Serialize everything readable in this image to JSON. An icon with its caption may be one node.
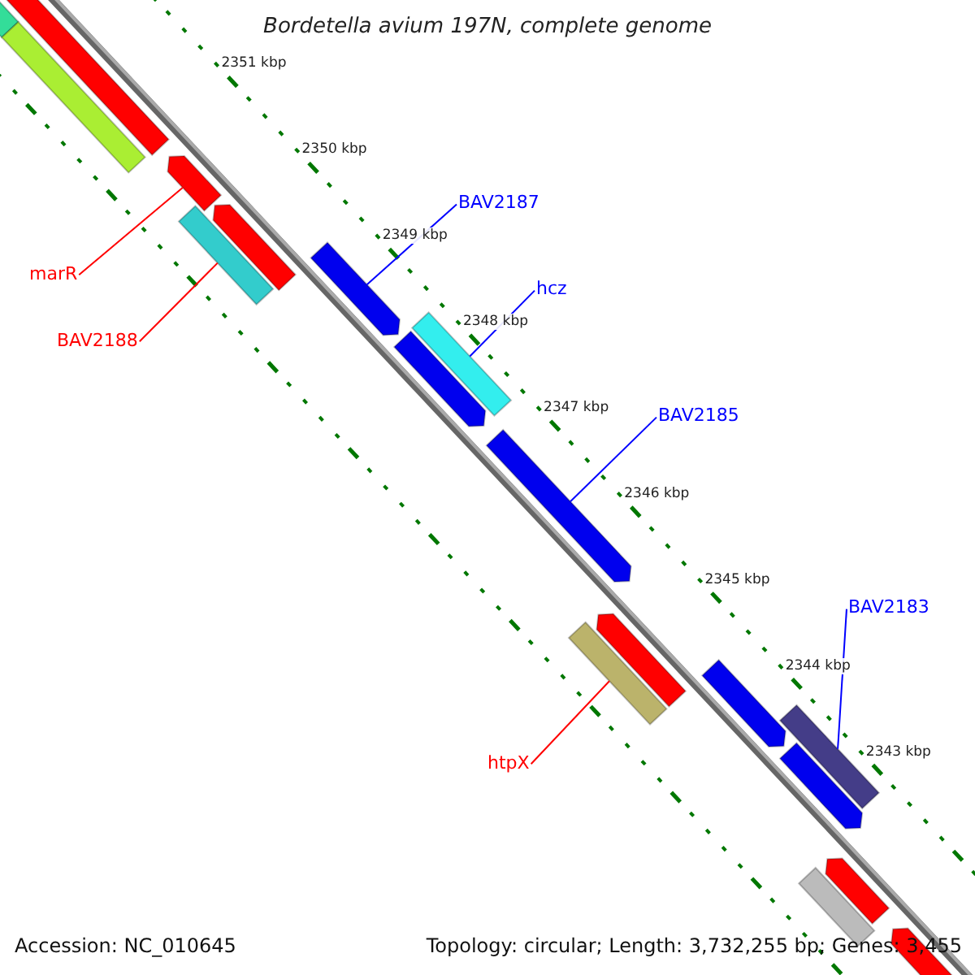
{
  "diagram": {
    "title": "Bordetella avium 197N, complete genome",
    "nodes": [
      {
        "text": [],
        "shape": "bar"
      },
      {
        "text": [],
        "shape": "arrow"
      },
      {
        "text": [],
        "shape": "bar"
      },
      {
        "text": [],
        "shape": "arrow"
      },
      {
        "text": [],
        "shape": "arrow"
      },
      {
        "text": [],
        "shape": "bar"
      },
      {
        "text": [],
        "shape": "arrow"
      },
      {
        "text": [],
        "shape": "arrow"
      },
      {
        "text": [],
        "shape": "bar"
      },
      {
        "text": [],
        "shape": "arrow"
      },
      {
        "text": [],
        "shape": "arrow"
      },
      {
        "text": [],
        "shape": "bar"
      },
      {
        "text": [],
        "shape": "arrow"
      },
      {
        "text": [],
        "shape": "bar"
      },
      {
        "text": [],
        "shape": "arrow"
      },
      {
        "text": [],
        "shape": "arrow"
      },
      {
        "text": [],
        "shape": "bar"
      },
      {
        "text": [],
        "shape": "arrow"
      },
      {
        "text": [
          "BAV2187"
        ]
      },
      {
        "text": [
          "hcz"
        ]
      },
      {
        "text": [
          "BAV2185"
        ]
      },
      {
        "text": [
          "BAV2183"
        ]
      },
      {
        "text": [
          "marR"
        ]
      },
      {
        "text": [
          "BAV2188"
        ]
      },
      {
        "text": [
          "htpX"
        ]
      }
    ],
    "edges": [
      {
        "from": 18,
        "to": 6,
        "arrow": "none"
      },
      {
        "from": 19,
        "to": 8,
        "arrow": "none"
      },
      {
        "from": 20,
        "to": 9,
        "arrow": "none"
      },
      {
        "from": 21,
        "to": 13,
        "arrow": "none"
      },
      {
        "from": 22,
        "to": 3,
        "arrow": "none",
        "color": "#ff0000"
      },
      {
        "from": 23,
        "to": 5,
        "arrow": "none",
        "color": "#ff0000"
      },
      {
        "from": 24,
        "to": 11,
        "arrow": "none",
        "color": "#ff0000"
      }
    ],
    "labels": [
      "2351 kbp",
      "2350 kbp",
      "2349 kbp",
      "2348 kbp",
      "2347 kbp",
      "2346 kbp",
      "2345 kbp",
      "2344 kbp",
      "2343 kbp",
      "Accession: NC_010645",
      "Topology: circular; Length: 3,732,255 bp; Genes: 3,455"
    ]
  }
}
